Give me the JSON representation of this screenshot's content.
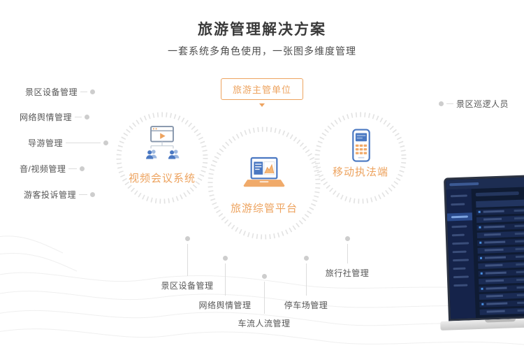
{
  "header": {
    "title": "旅游管理解决方案",
    "subtitle": "一套系统多角色使用，一张图多维度管理"
  },
  "authority_badge": {
    "label": "旅游主管单位"
  },
  "systems": {
    "video_conference": {
      "label": "视频会议系统"
    },
    "platform": {
      "label": "旅游综管平台"
    },
    "mobile_enforcement": {
      "label": "移动执法端"
    }
  },
  "left_items": [
    {
      "label": "景区设备管理"
    },
    {
      "label": "网络舆情管理"
    },
    {
      "label": "导游管理"
    },
    {
      "label": "音/视频管理"
    },
    {
      "label": "游客投诉管理"
    }
  ],
  "right_items": [
    {
      "label": "景区巡逻人员"
    }
  ],
  "bottom_items": [
    {
      "label": "景区设备管理"
    },
    {
      "label": "网络舆情管理"
    },
    {
      "label": "车流人流管理"
    },
    {
      "label": "停车场管理"
    },
    {
      "label": "旅行社管理"
    }
  ],
  "colors": {
    "accent_orange": "#EDA35F",
    "icon_blue": "#4A78C2",
    "ring_gray": "#E2E2E2",
    "label_gray": "#565656"
  }
}
